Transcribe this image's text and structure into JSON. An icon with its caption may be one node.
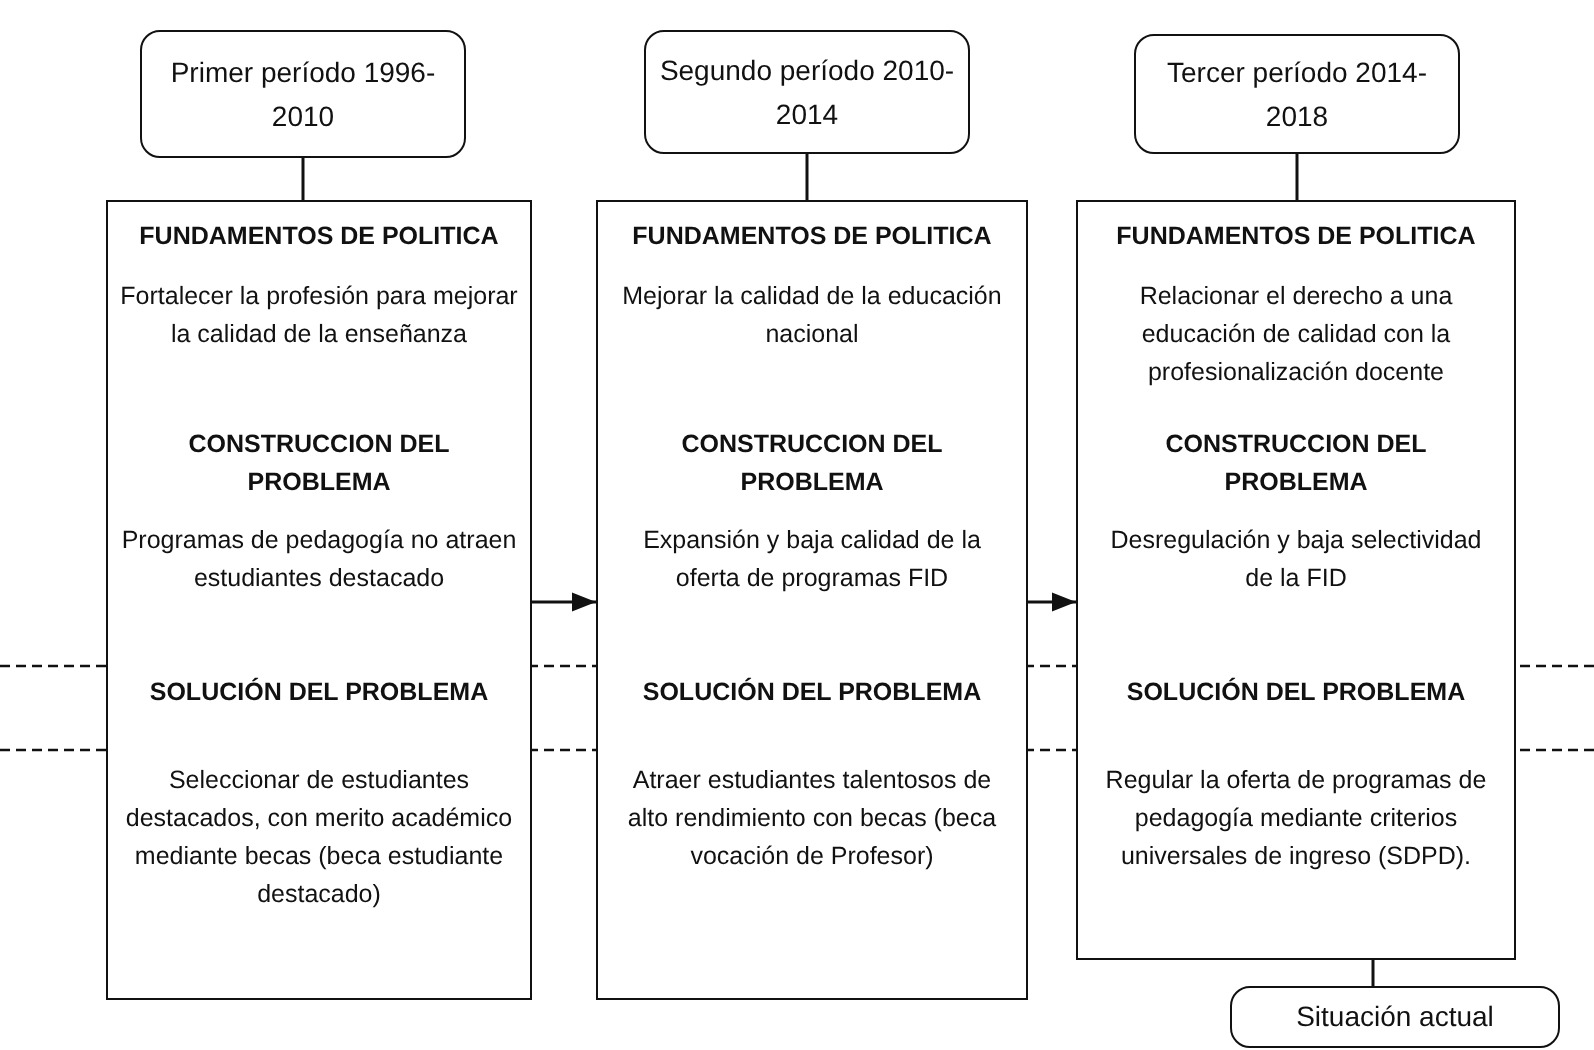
{
  "diagram": {
    "nodes": [
      {
        "text": [
          "Primer período 1996-2010"
        ]
      },
      {
        "text": [
          "Segundo período 2010-2014"
        ]
      },
      {
        "text": [
          "Tercer período 2014-2018"
        ]
      },
      {
        "text": [
          "FUNDAMENTOS DE POLITICA",
          "Fortalecer la profesión para mejorar la calidad de la enseñanza",
          "CONSTRUCCION DEL PROBLEMA",
          "Programas de pedagogía no atraen estudiantes destacado",
          "SOLUCIÓN DEL PROBLEMA",
          "Seleccionar de estudiantes destacados, con merito académico mediante becas (beca estudiante destacado)"
        ]
      },
      {
        "text": [
          "FUNDAMENTOS DE POLITICA",
          "Mejorar la calidad de la educación nacional",
          "CONSTRUCCION DEL PROBLEMA",
          "Expansión y baja calidad de la oferta de programas FID",
          "SOLUCIÓN DEL PROBLEMA",
          "Atraer estudiantes talentosos de alto rendimiento con becas (beca vocación de Profesor)"
        ]
      },
      {
        "text": [
          "FUNDAMENTOS DE POLITICA",
          "Relacionar el derecho a una educación de calidad con la profesionalización docente",
          "CONSTRUCCION DEL PROBLEMA",
          "Desregulación y baja selectividad de la FID",
          "SOLUCIÓN DEL PROBLEMA",
          "Regular la oferta de programas de pedagogía mediante criterios universales de ingreso (SDPD)."
        ]
      },
      {
        "text": [
          "Situación actual"
        ]
      }
    ],
    "edges": [
      {
        "from": 0,
        "to": 3,
        "arrow": "none"
      },
      {
        "from": 1,
        "to": 4,
        "arrow": "none"
      },
      {
        "from": 2,
        "to": 5,
        "arrow": "none"
      },
      {
        "from": 3,
        "to": 4,
        "arrow": "to"
      },
      {
        "from": 4,
        "to": 5,
        "arrow": "to"
      },
      {
        "from": 5,
        "to": 6,
        "arrow": "none"
      }
    ]
  }
}
